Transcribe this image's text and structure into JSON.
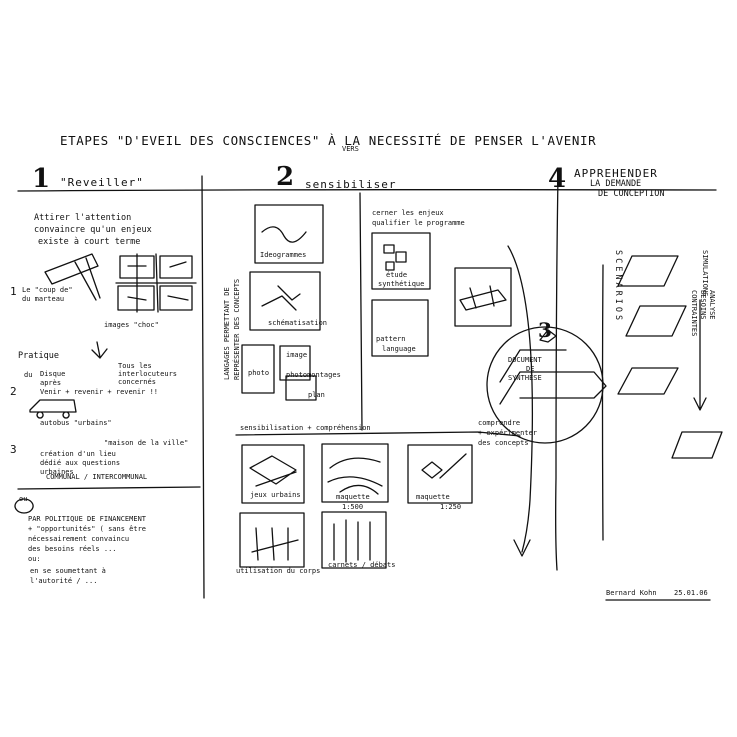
{
  "title": "ETAPES \"D'EVEIL DES CONSCIENCES\" À LA NECESSITÉ DE PENSER L'AVENIR",
  "title_vers": "VERS",
  "columns": [
    {
      "number": "1",
      "heading": "\"Reveiller\""
    },
    {
      "number": "2",
      "heading": "sensibiliser"
    },
    {
      "number": "4",
      "heading": [
        "APPREHENDER",
        "LA DEMANDE",
        "DE CONCEPTION"
      ]
    }
  ],
  "col1": {
    "attirer": [
      "Attirer l'attention",
      "convaincre qu'un enjeux",
      "existe à court terme"
    ],
    "marteau_num": "1",
    "marteau": [
      "Le \"coup de\"",
      "du marteau"
    ],
    "images_choc": "images \"choc\"",
    "pratique": "Pratique",
    "du": "du",
    "num2": "2",
    "disque": [
      "Disque",
      "après",
      "Venir + revenir + revenir !!"
    ],
    "tous": [
      "Tous les",
      "interlocuteurs",
      "concernés"
    ],
    "autobus": "autobus \"urbains\"",
    "num3": "3",
    "creation": [
      "création d'un lieu",
      "dédié aux questions",
      "urbaines"
    ],
    "maison": "\"maison de la ville\"",
    "communal": "COMMUNAL / INTERCOMMUNAL",
    "ou": "ou",
    "politique": [
      "PAR POLITIQUE DE FINANCEMENT",
      "+ \"opportunités\" ( sans être",
      "nécessairement convaincu",
      "des besoins réels ..."
    ],
    "ou2": "ou:",
    "soumettant": [
      "en se soumettant à",
      "l'autorité / ..."
    ]
  },
  "col2": {
    "langages": [
      "LANGAGES PERMETTANT DE",
      "REPRÉSENTER DES CONCEPTS"
    ],
    "ideogrammes": "Ideogrammes",
    "schematisation": "schématisation",
    "image": "image",
    "photo": "photo",
    "photomontages": "photomontages",
    "plan": "plan",
    "cerner": [
      "cerner les enjeux",
      "qualifier le programme"
    ],
    "etude": "étude",
    "synthetique": "synthétique",
    "pattern": "pattern",
    "langage": "language",
    "sensibilisation": "sensibilisation + compréhension",
    "jeux": "jeux urbains",
    "maquette1": "maquette",
    "maquette1_scale": "1:500",
    "maquette2": "maquette",
    "maquette2_scale": "1:250",
    "utilisation": "utilisation du corps",
    "carnets": "carnets / débats",
    "num3": "3",
    "document": [
      "DOCUMENT",
      "DE",
      "SYNTHÈSE"
    ],
    "comprendre": [
      "comprendre",
      "+ expérimenter",
      "des concepts"
    ]
  },
  "col4": {
    "scenarios": "SCENARIOS",
    "analyse": [
      "ANALYSE",
      "BESOINS",
      "CONTRAINTES"
    ],
    "simulations": "SIMULATIONS"
  },
  "signature": "Bernard Kohn",
  "date": "25.01.06"
}
